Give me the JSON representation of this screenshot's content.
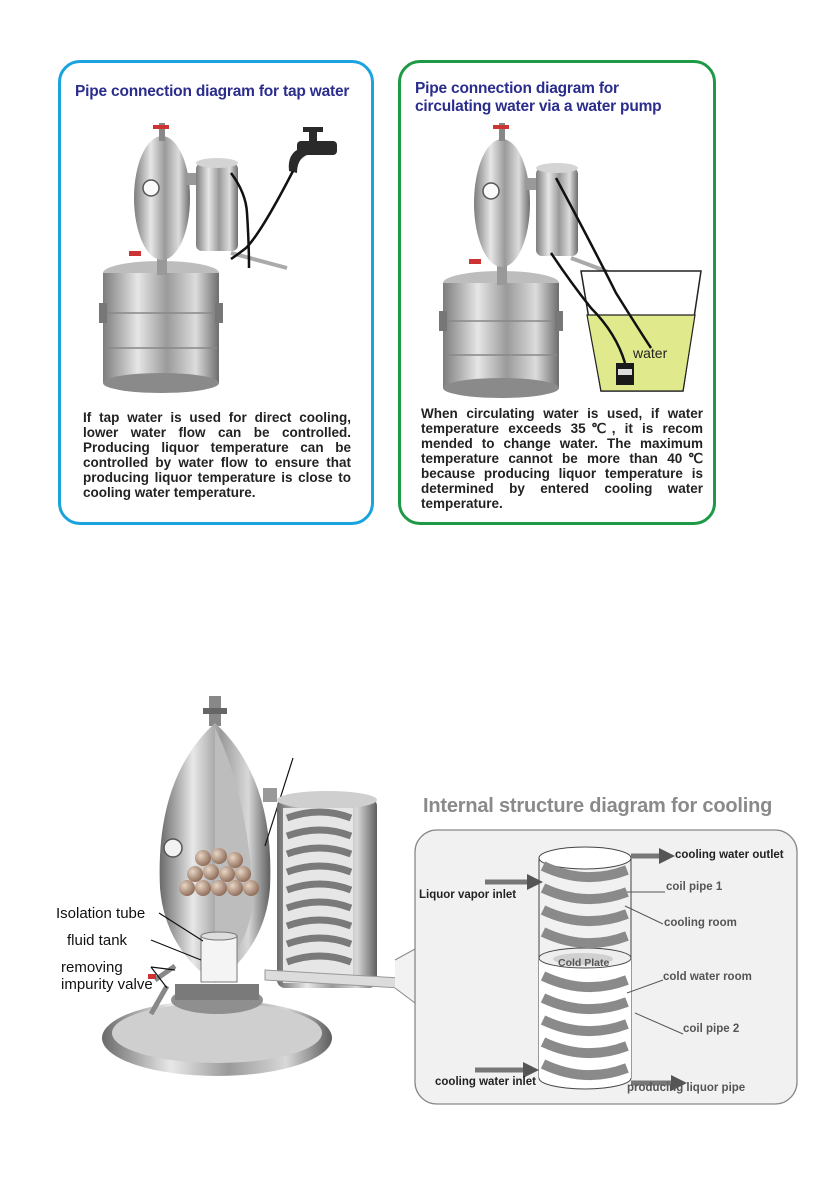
{
  "tap_card": {
    "title": "Pipe connection diagram for tap water",
    "text": "If tap water is used for direct cooling, lower water flow can be controlled. Producing liquor temperature can be controlled by water flow to ensure that producing liquor temperature is close to cooling water temperature.",
    "border_color": "#1aa3dc"
  },
  "pump_card": {
    "title_line1": "Pipe connection diagram for",
    "title_line2": "circulating water via a water pump",
    "text": "When circulating water is used, if water temperature exceeds 35℃, it is recom mended to change water. The maximum temperature cannot be more than 40℃ because producing liquor temperature is determined by entered cooling water temperature.",
    "water_label": "water",
    "border_color": "#1e9a47",
    "water_color": "#e0ea8c"
  },
  "structure": {
    "title": "Internal structure diagram for cooling",
    "labels": {
      "isolation_tube": "Isolation tube",
      "fluid_tank": "fluid tank",
      "removing_impurity_valve": "removing impurity valve",
      "cooling_water_outlet": "cooling water outlet",
      "liquor_vapor_inlet": "Liquor vapor inlet",
      "coil_pipe_1": "coil pipe 1",
      "cooling_room": "cooling room",
      "cold_plate": "Cold Plate",
      "cold_water_room": "cold water room",
      "coil_pipe_2": "coil pipe 2",
      "cooling_water_inlet": "cooling water inlet",
      "producing_liquor_pipe": "producing liquor pipe"
    }
  }
}
